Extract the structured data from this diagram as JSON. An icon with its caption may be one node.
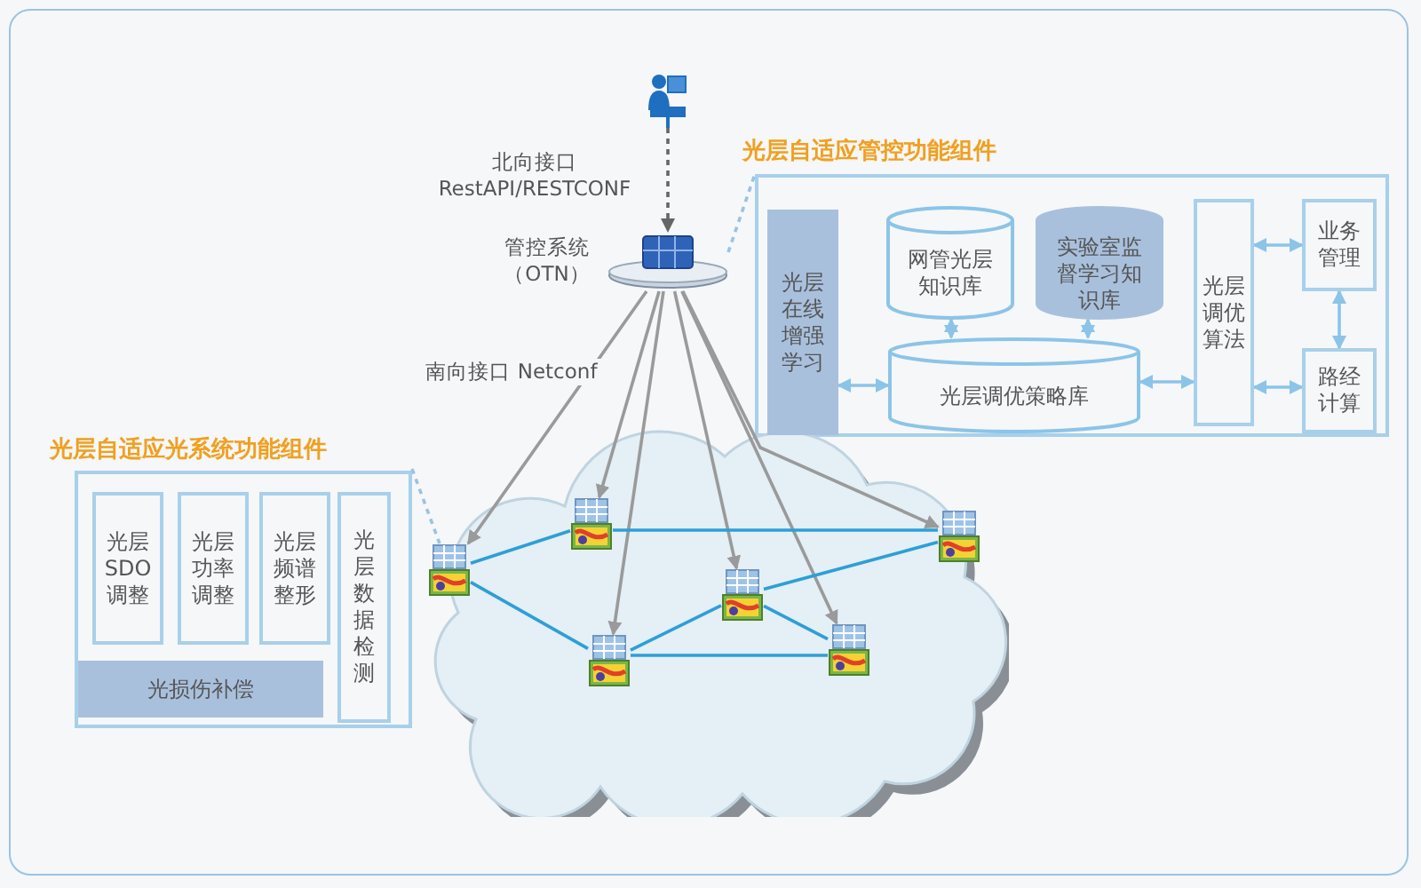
{
  "diagram": {
    "nodes": [
      {
        "text": [],
        "shape": "picture"
      },
      {
        "text": [],
        "shape": "picture",
        "beside": [
          "管控系统（OTN）"
        ]
      },
      {
        "text": [
          "光层自适应管控功能组件"
        ]
      },
      {
        "text": [
          "光层在线增强学习"
        ],
        "in": 2
      },
      {
        "text": [
          "网管光层知识库"
        ],
        "in": 2
      },
      {
        "text": [
          "实验室监督学习知识库"
        ],
        "in": 2
      },
      {
        "text": [
          "光层调优策略库"
        ],
        "in": 2
      },
      {
        "text": [
          "光层调优算法"
        ],
        "in": 2
      },
      {
        "text": [
          "业务管理"
        ],
        "in": 2
      },
      {
        "text": [
          "路经计算"
        ],
        "in": 2
      },
      {
        "text": [
          "光层自适应光系统功能组件"
        ]
      },
      {
        "text": [
          "光层SDO调整"
        ],
        "in": 10
      },
      {
        "text": [
          "光层功率调整"
        ],
        "in": 10
      },
      {
        "text": [
          "光层频谱整形"
        ],
        "in": 10
      },
      {
        "text": [
          "光层数据检测"
        ],
        "in": 10
      },
      {
        "text": [
          "光损伤补偿"
        ],
        "in": 10
      },
      {
        "text": [],
        "shape": "cloud"
      },
      {
        "text": [],
        "shape": "picture",
        "in": 16
      },
      {
        "text": [],
        "shape": "picture",
        "in": 16
      },
      {
        "text": [],
        "shape": "picture",
        "in": 16
      },
      {
        "text": [],
        "shape": "picture",
        "in": 16
      },
      {
        "text": [],
        "shape": "picture",
        "in": 16
      },
      {
        "text": [],
        "shape": "picture",
        "in": 16
      }
    ],
    "edges": [
      {
        "from": 0,
        "to": 1,
        "arrow": "to",
        "style": "dashed",
        "color": "#666666"
      },
      {
        "from": 1,
        "to": 17,
        "arrow": "to",
        "color": "#9a9a9a"
      },
      {
        "from": 1,
        "to": 18,
        "arrow": "to",
        "color": "#9a9a9a"
      },
      {
        "from": 1,
        "to": 19,
        "arrow": "to",
        "color": "#9a9a9a"
      },
      {
        "from": 1,
        "to": 20,
        "arrow": "to",
        "color": "#9a9a9a"
      },
      {
        "from": 1,
        "to": 21,
        "arrow": "to",
        "color": "#9a9a9a"
      },
      {
        "from": 1,
        "to": 22,
        "arrow": "to",
        "color": "#9a9a9a"
      },
      {
        "from": 17,
        "to": 18,
        "arrow": "none",
        "color": "#2e9fd6"
      },
      {
        "from": 17,
        "to": 19,
        "arrow": "none",
        "color": "#2e9fd6"
      },
      {
        "from": 18,
        "to": 22,
        "arrow": "none",
        "color": "#2e9fd6"
      },
      {
        "from": 19,
        "to": 20,
        "arrow": "none",
        "color": "#2e9fd6"
      },
      {
        "from": 19,
        "to": 21,
        "arrow": "none",
        "color": "#2e9fd6"
      },
      {
        "from": 20,
        "to": 22,
        "arrow": "none",
        "color": "#2e9fd6"
      },
      {
        "from": 20,
        "to": 21,
        "arrow": "none",
        "color": "#2e9fd6"
      },
      {
        "from": 3,
        "to": 6,
        "arrow": "both",
        "color": "#8cc4e8"
      },
      {
        "from": 4,
        "to": 6,
        "arrow": "both",
        "color": "#8cc4e8"
      },
      {
        "from": 5,
        "to": 6,
        "arrow": "both",
        "color": "#8cc4e8"
      },
      {
        "from": 6,
        "to": 7,
        "arrow": "both",
        "color": "#8cc4e8"
      },
      {
        "from": 7,
        "to": 8,
        "arrow": "both",
        "color": "#8cc4e8"
      },
      {
        "from": 7,
        "to": 9,
        "arrow": "both",
        "color": "#8cc4e8"
      },
      {
        "from": 8,
        "to": 9,
        "arrow": "both",
        "color": "#8cc4e8"
      },
      {
        "from": 10,
        "to": 17,
        "arrow": "none",
        "style": "dashed",
        "color": "#9cc3e0"
      },
      {
        "from": 1,
        "to": 2,
        "arrow": "none",
        "style": "dashed",
        "color": "#9cc3e0"
      }
    ],
    "labels": [
      "北向接口 RestAPI/RESTCONF",
      "南向接口 Netconf"
    ]
  }
}
